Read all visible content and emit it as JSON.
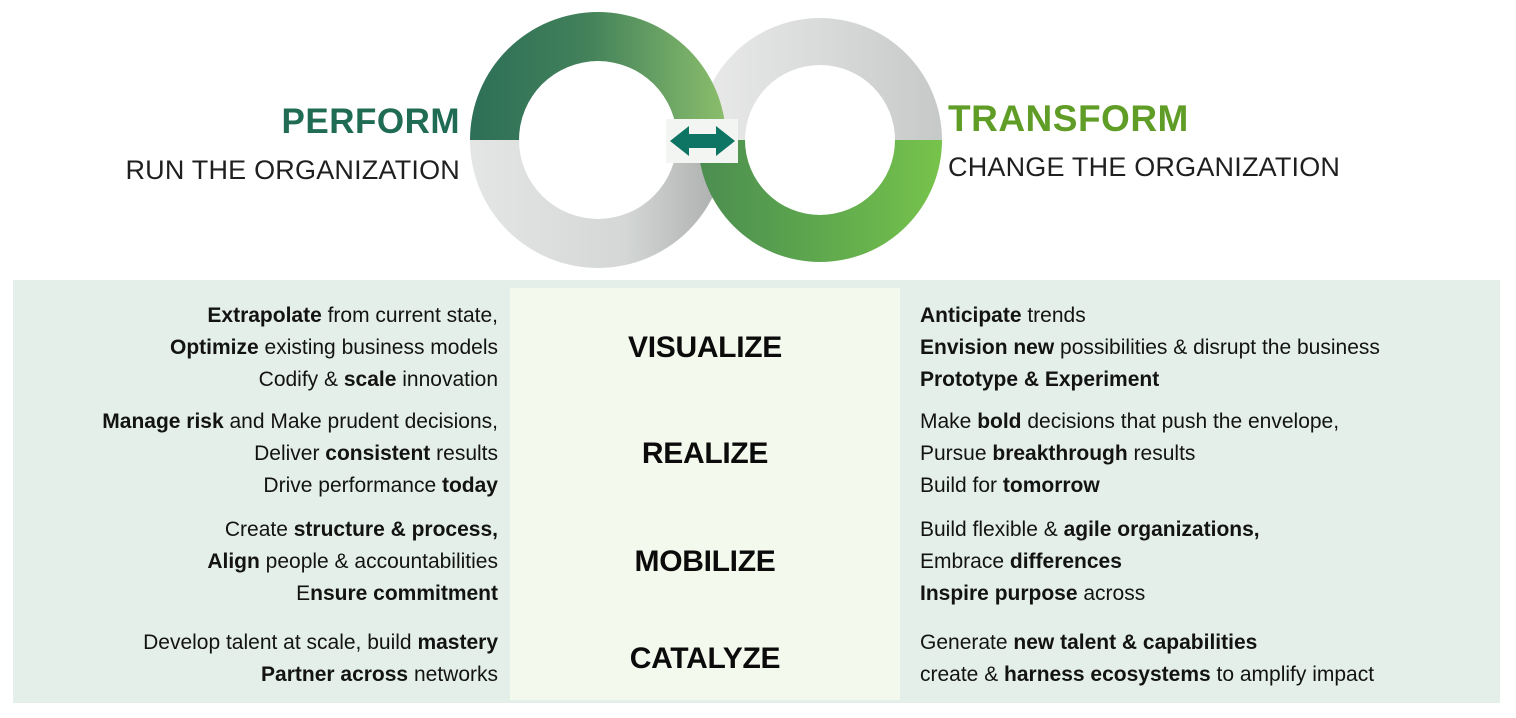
{
  "header": {
    "perform": {
      "title": "PERFORM",
      "subtitle": "RUN THE ORGANIZATION"
    },
    "transform": {
      "title": "TRANSFORM",
      "subtitle": "CHANGE THE ORGANIZATION"
    }
  },
  "icons": {
    "center_arrow": "left-right-arrow",
    "loop": "infinity-double-loop"
  },
  "colors": {
    "perform_title": "#1f6b53",
    "transform_title": "#5f9d27",
    "subtitle_text": "#1f1f1f",
    "arrow": "#0e7464",
    "band_bg": "#e3efe8",
    "verb_column_bg": "#f4f9ee",
    "ring_dark_teal": "#2d6f58",
    "ring_bright_green": "#76c24c",
    "ring_gray": "#c9cccb",
    "body_text": "#131313"
  },
  "rows": [
    {
      "verb": "VISUALIZE",
      "left_lines": [
        [
          {
            "t": "Extrapolate",
            "b": true
          },
          {
            "t": " from current state,"
          }
        ],
        [
          {
            "t": "Optimize",
            "b": true
          },
          {
            "t": " existing business models"
          }
        ],
        [
          {
            "t": "Codify & "
          },
          {
            "t": "scale",
            "b": true
          },
          {
            "t": " innovation"
          }
        ]
      ],
      "right_lines": [
        [
          {
            "t": "Anticipate",
            "b": true
          },
          {
            "t": " trends"
          }
        ],
        [
          {
            "t": "Envision new",
            "b": true
          },
          {
            "t": " possibilities & disrupt the business"
          }
        ],
        [
          {
            "t": "Prototype & Experiment",
            "b": true
          }
        ]
      ]
    },
    {
      "verb": "REALIZE",
      "left_lines": [
        [
          {
            "t": "Manage risk",
            "b": true
          },
          {
            "t": " and Make prudent decisions,"
          }
        ],
        [
          {
            "t": "Deliver "
          },
          {
            "t": "consistent",
            "b": true
          },
          {
            "t": " results"
          }
        ],
        [
          {
            "t": "Drive performance "
          },
          {
            "t": "today",
            "b": true
          }
        ]
      ],
      "right_lines": [
        [
          {
            "t": "Make "
          },
          {
            "t": "bold",
            "b": true
          },
          {
            "t": " decisions that push the envelope,"
          }
        ],
        [
          {
            "t": "Pursue "
          },
          {
            "t": "breakthrough",
            "b": true
          },
          {
            "t": " results"
          }
        ],
        [
          {
            "t": "Build for "
          },
          {
            "t": "tomorrow",
            "b": true
          }
        ]
      ]
    },
    {
      "verb": "MOBILIZE",
      "left_lines": [
        [
          {
            "t": "Create "
          },
          {
            "t": "structure & process,",
            "b": true
          }
        ],
        [
          {
            "t": "Align",
            "b": true
          },
          {
            "t": " people & accountabilities"
          }
        ],
        [
          {
            "t": "E"
          },
          {
            "t": "nsure commitment",
            "b": true
          }
        ]
      ],
      "right_lines": [
        [
          {
            "t": "Build flexible & "
          },
          {
            "t": "agile organizations,",
            "b": true
          }
        ],
        [
          {
            "t": "Embrace "
          },
          {
            "t": "differences",
            "b": true
          }
        ],
        [
          {
            "t": "Inspire purpose",
            "b": true
          },
          {
            "t": " across"
          }
        ]
      ]
    },
    {
      "verb": "CATALYZE",
      "left_lines": [
        [
          {
            "t": "Develop talent at scale, build "
          },
          {
            "t": "mastery",
            "b": true
          }
        ],
        [
          {
            "t": "Partner across",
            "b": true
          },
          {
            "t": " networks"
          }
        ]
      ],
      "right_lines": [
        [
          {
            "t": "Generate "
          },
          {
            "t": "new talent & capabilities",
            "b": true
          }
        ],
        [
          {
            "t": "create & "
          },
          {
            "t": "harness ecosystems",
            "b": true
          },
          {
            "t": " to amplify impact"
          }
        ]
      ]
    }
  ]
}
